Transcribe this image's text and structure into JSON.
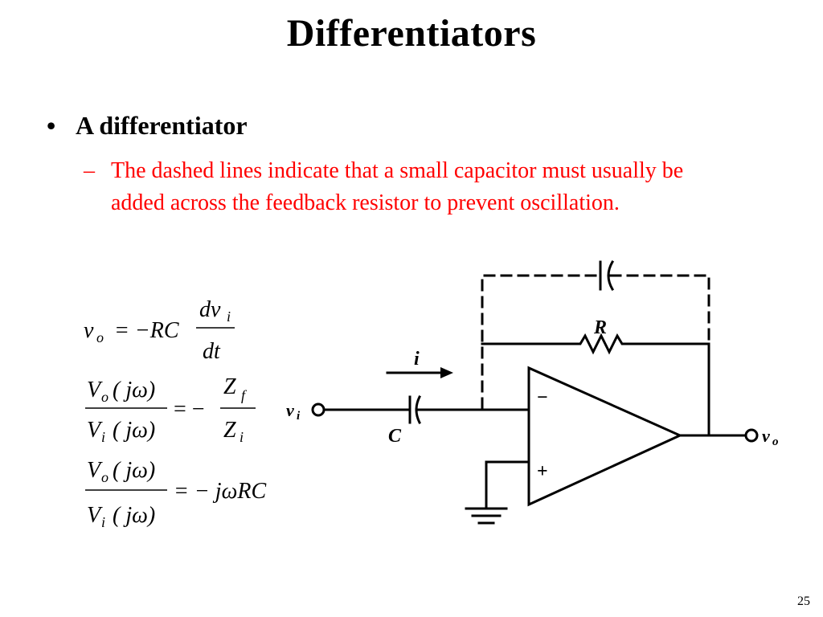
{
  "slide": {
    "title": "Differentiators",
    "bullet": {
      "marker": "•",
      "text": "A differentiator"
    },
    "sub_bullet": {
      "marker": "–",
      "text": "The dashed lines indicate that a small capacitor must usually be added across the feedback resistor to prevent oscillation."
    },
    "slide_number": "25"
  },
  "equations": {
    "eq1": {
      "lhs": "v",
      "lhs_sub": "o",
      "op": "= −RC",
      "num_d": "dv",
      "num_sub": "i",
      "den": "dt"
    },
    "eq2": {
      "num": "V",
      "num_sub": "o",
      "num_arg": "( jω)",
      "den": "V",
      "den_sub": "i",
      "den_arg": "( jω)",
      "op": "= −",
      "rnum": "Z",
      "rnum_sub": "f",
      "rden": "Z",
      "rden_sub": "i"
    },
    "eq3": {
      "num": "V",
      "num_sub": "o",
      "num_arg": "( jω)",
      "den": "V",
      "den_sub": "i",
      "den_arg": "( jω)",
      "op": "= − jωRC"
    }
  },
  "circuit": {
    "current_label": "i",
    "resistor_label": "R",
    "capacitor_label": "C",
    "input_label": "v",
    "input_sub": "i",
    "output_label": "v",
    "output_sub": "o",
    "minus_sign": "−",
    "plus_sign": "+"
  },
  "colors": {
    "sub_bullet_text": "#ff0000"
  }
}
